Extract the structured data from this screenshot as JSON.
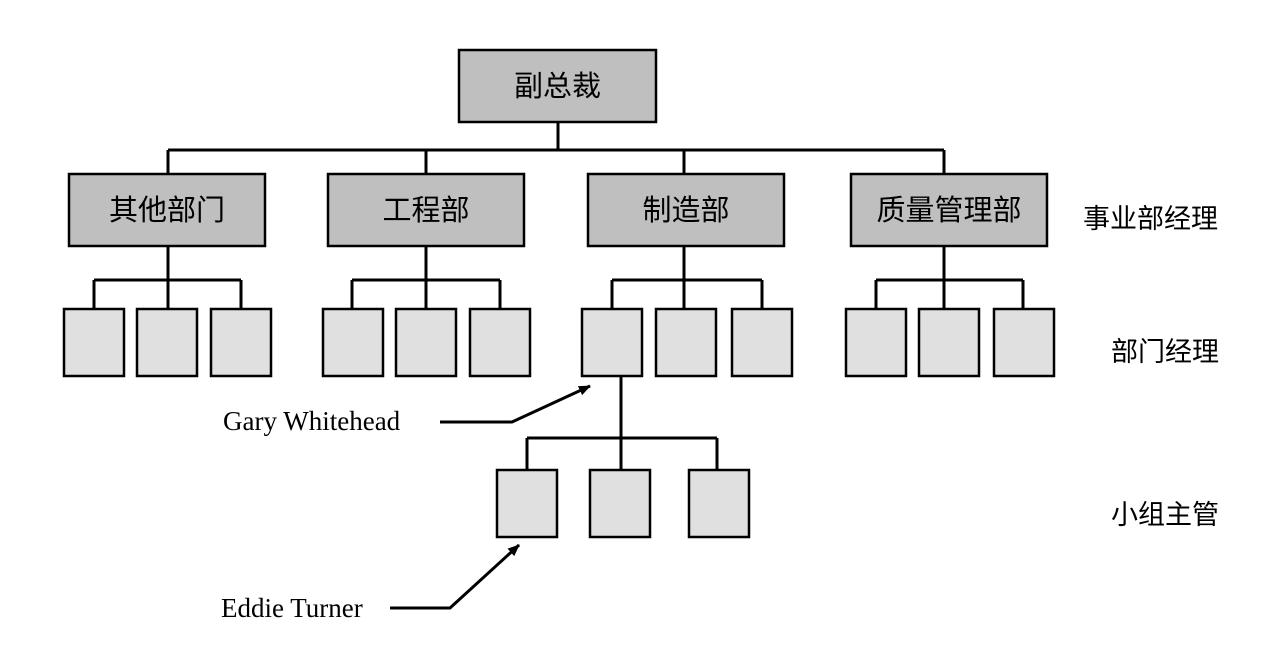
{
  "colors": {
    "upper_box_fill": "#bfbfbf",
    "lower_box_fill": "#e0e0e0",
    "line": "#000000"
  },
  "top": {
    "label": "副总裁"
  },
  "departments": [
    {
      "label": "其他部门",
      "managers": 3
    },
    {
      "label": "工程部",
      "managers": 3
    },
    {
      "label": "制造部",
      "managers": 3
    },
    {
      "label": "质量管理部",
      "managers": 3
    }
  ],
  "supervisor_count": 3,
  "level_labels": {
    "division_managers": "事业部经理",
    "department_managers": "部门经理",
    "team_supervisors": "小组主管"
  },
  "annotations": {
    "manager": "Gary Whitehead",
    "supervisor": "Eddie Turner"
  }
}
